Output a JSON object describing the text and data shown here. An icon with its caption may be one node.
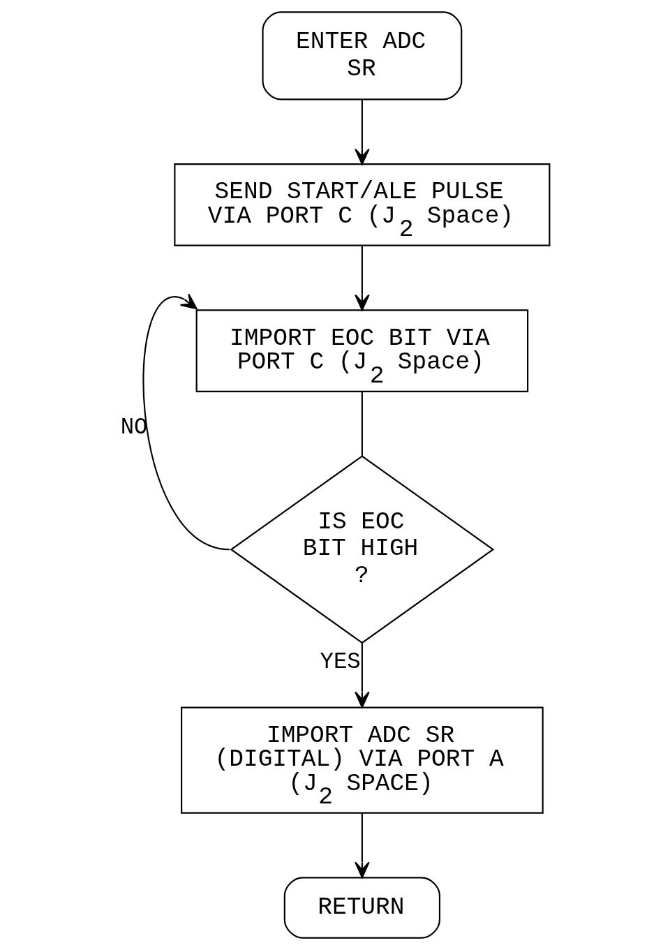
{
  "diagram": {
    "nodes": [
      {
        "text": [
          "ENTER ADC SR"
        ]
      },
      {
        "text": [
          "SEND START/ALE PULSE VIA PORT C (J$_{2}$ Space)"
        ]
      },
      {
        "text": [
          "IMPORT EOC BIT VIA PORT C (J$_{2}$ Space)"
        ]
      },
      {
        "text": [
          "IS EOC BIT HIGH ?"
        ]
      },
      {
        "text": [
          "IMPORT ADC SR (DIGITAL) VIA PORT A (J$_{2}$ SPACE)"
        ]
      },
      {
        "text": [
          "RETURN"
        ]
      }
    ],
    "edges": [
      {
        "from": 0,
        "to": 1,
        "arrow": "to"
      },
      {
        "from": 1,
        "to": 2,
        "arrow": "to"
      },
      {
        "from": 2,
        "to": 3,
        "arrow": "none"
      },
      {
        "from": 3,
        "to": 2,
        "arrow": "to",
        "label": "NO"
      },
      {
        "from": 3,
        "to": 4,
        "arrow": "to",
        "label": "YES"
      },
      {
        "from": 4,
        "to": 5,
        "arrow": "to"
      }
    ]
  }
}
